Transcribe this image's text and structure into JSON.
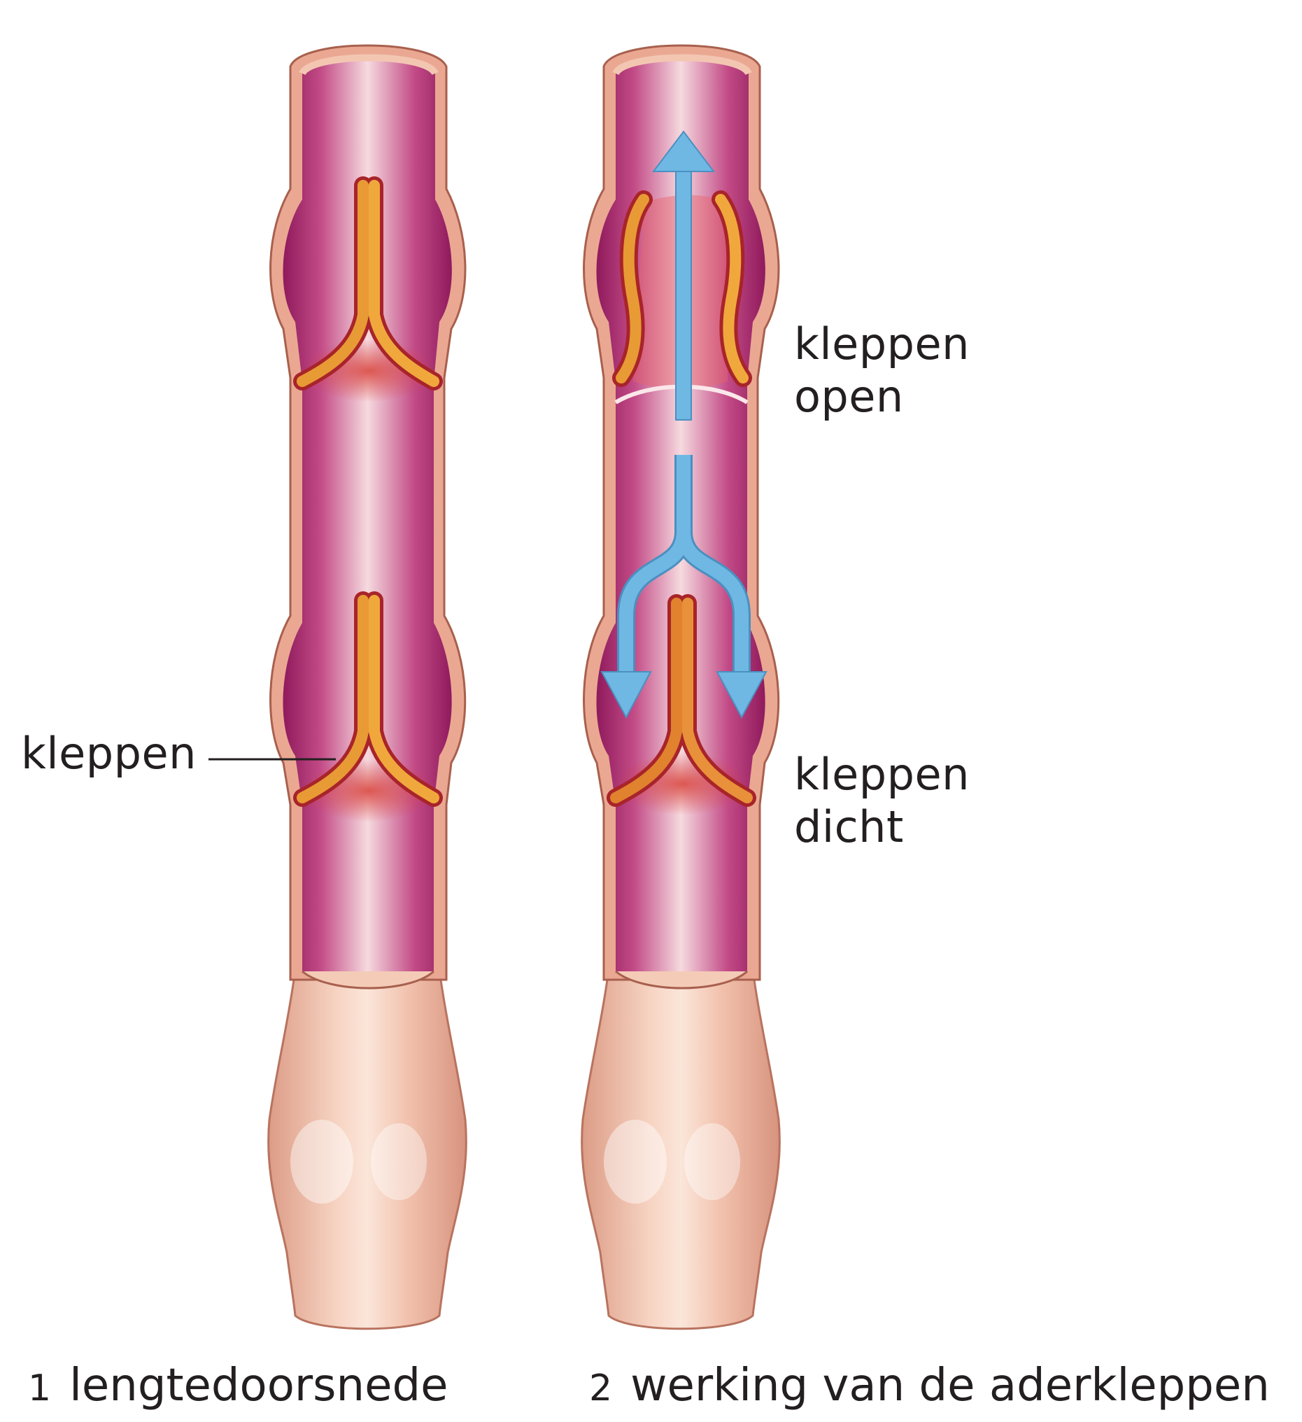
{
  "labels": {
    "left_valve": "kleppen",
    "open_line1": "kleppen",
    "open_line2": "open",
    "closed_line1": "kleppen",
    "closed_line2": "dicht"
  },
  "captions": [
    {
      "number": "1",
      "text": "lengtedoorsnede"
    },
    {
      "number": "2",
      "text": "werking van de aderkleppen"
    }
  ],
  "colors": {
    "wall": "#e8a58f",
    "lumen_dark": "#9c1f63",
    "lumen_light": "#f7dce0",
    "valve": "#e89a35",
    "valve_red": "#c8322c",
    "arrow": "#6fb8e4",
    "outer": "#f2c3ad"
  },
  "icons": {
    "flow_up": "arrow-up-icon",
    "flow_down_split": "arrow-split-down-icon"
  }
}
